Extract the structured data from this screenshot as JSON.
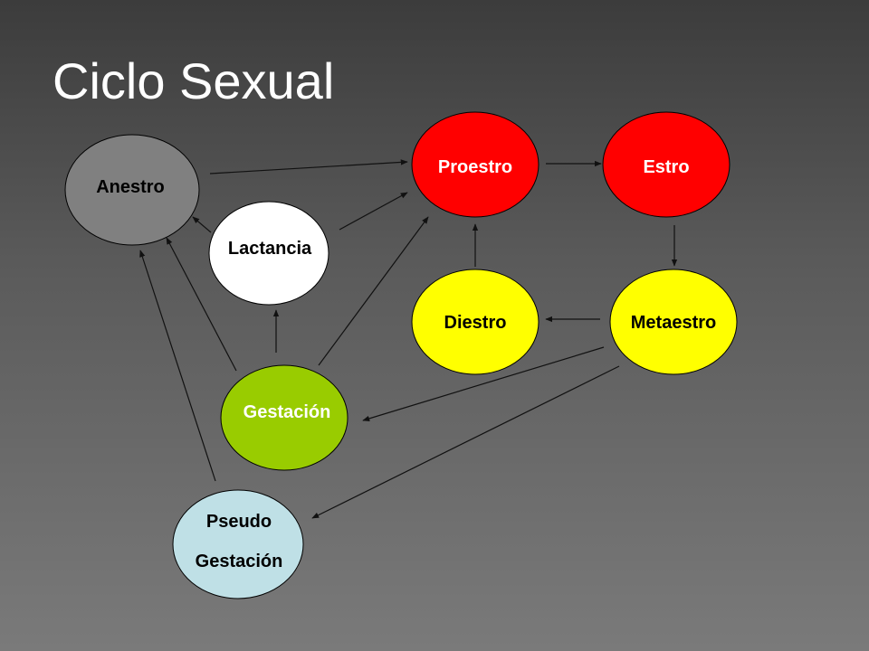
{
  "slide": {
    "title": "Ciclo Sexual"
  },
  "colors": {
    "anestro": "#808080",
    "lactancia": "#ffffff",
    "proestro": "#ff0000",
    "estro": "#ff0000",
    "diestro": "#ffff00",
    "metaestro": "#ffff00",
    "gestacion": "#99cc00",
    "pseudo": "#bfe0e6",
    "stroke": "#000000",
    "text_on_dark": "#000000",
    "text_on_red": "#ffffff",
    "text_on_green": "#ffffff"
  },
  "nodes": {
    "anestro": {
      "label": "Anestro"
    },
    "lactancia": {
      "label": "Lactancia"
    },
    "proestro": {
      "label": "Proestro"
    },
    "estro": {
      "label": "Estro"
    },
    "diestro": {
      "label": "Diestro"
    },
    "metaestro": {
      "label": "Metaestro"
    },
    "gestacion": {
      "label": "Gestación"
    },
    "pseudo": {
      "label_line1": "Pseudo",
      "label_line2": "Gestación"
    }
  },
  "edges": [
    {
      "from": "anestro",
      "to": "proestro"
    },
    {
      "from": "lactancia",
      "to": "proestro"
    },
    {
      "from": "lactancia",
      "to": "anestro"
    },
    {
      "from": "proestro",
      "to": "estro"
    },
    {
      "from": "estro",
      "to": "metaestro"
    },
    {
      "from": "metaestro",
      "to": "diestro"
    },
    {
      "from": "diestro",
      "to": "proestro"
    },
    {
      "from": "metaestro",
      "to": "gestacion"
    },
    {
      "from": "metaestro",
      "to": "pseudo"
    },
    {
      "from": "gestacion",
      "to": "lactancia"
    },
    {
      "from": "gestacion",
      "to": "anestro"
    },
    {
      "from": "gestacion",
      "to": "proestro"
    },
    {
      "from": "pseudo",
      "to": "anestro"
    }
  ]
}
